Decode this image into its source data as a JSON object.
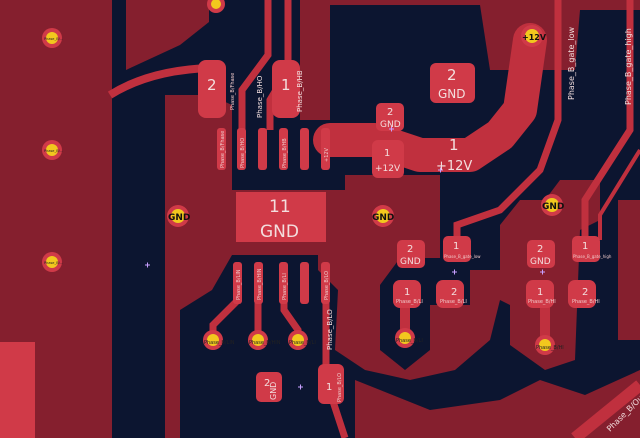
{
  "canvas": {
    "colors": {
      "background": "#0c1530",
      "copper_fill": "#851f2e",
      "trace": "#c0303e",
      "pad": "#d03a48",
      "via_ring": "#f2c81e",
      "text": "#f3dede"
    }
  },
  "labels": {
    "pad2_upper": "2",
    "phase_b_fhase": "Phase_B/Fhase",
    "phase_b_ho": "Phase_B/HO",
    "pad1_upper": "1",
    "phase_b_hb": "Phase_B/HB",
    "gnd_pad_num": "2",
    "gnd_pad_net": "GND",
    "p12v_small_num": "1",
    "p12v_small_net": "+12V",
    "p12v_pad_num": "1",
    "p12v_pad_net": "+12V",
    "p12v_bubble": "+12V",
    "gnd_small_num": "2",
    "gnd_small_net": "GND",
    "pad11_num": "11",
    "pad11_net": "GND",
    "gnd_via_left": "GND",
    "gnd_via_center": "GND",
    "gnd_via_right": "GND",
    "gate_low": "Phase_B_gate_low",
    "gate_high": "Phase_B_gate_high",
    "ic_top_1": "Phase_B/Fhase",
    "ic_top_2": "Phase_B/HO",
    "ic_top_3": "Phase_B/HB",
    "ic_top_4": "+12V",
    "ic_bot_1": "Phase_B/LIN",
    "ic_bot_2": "Phase_B/HIN",
    "ic_bot_3": "Phase_B/LI",
    "ic_bot_4": "Phase_B/LO",
    "lo_pad_num": "1",
    "lo_pad_net": "Phase_B/LO",
    "gnd_bottom_num": "2",
    "gnd_bottom_net": "GND",
    "gnd_l1_num": "2",
    "gnd_l1_net": "GND",
    "gate_low_pad_num": "1",
    "gate_low_pad_net": "Phase_B_gate_low",
    "gnd_r1_num": "2",
    "gnd_r1_net": "GND",
    "gate_high_pad_num": "1",
    "gate_high_pad_net": "Phase_B_gate_high",
    "res_l_1": "1",
    "res_l_2": "2",
    "res_l_net1": "Phase_B/LI",
    "res_l_net2": "Phase_B/LI",
    "res_r_1": "1",
    "res_r_2": "2",
    "res_r_net1": "Phase_B/HI",
    "res_r_net2": "Phase_B/HI",
    "via_li": "Phase_B/LI",
    "via_hi": "Phase_B/HI",
    "via_a": "Phase_B/LIN",
    "via_b": "Phase_B/HIN",
    "via_c": "Phase_B/LI",
    "via_edge": "Phase_B/Out",
    "via_left_1": "Phase_B/...",
    "via_left_2": "Phase_B/...",
    "via_left_3": "Phase_B/..."
  }
}
